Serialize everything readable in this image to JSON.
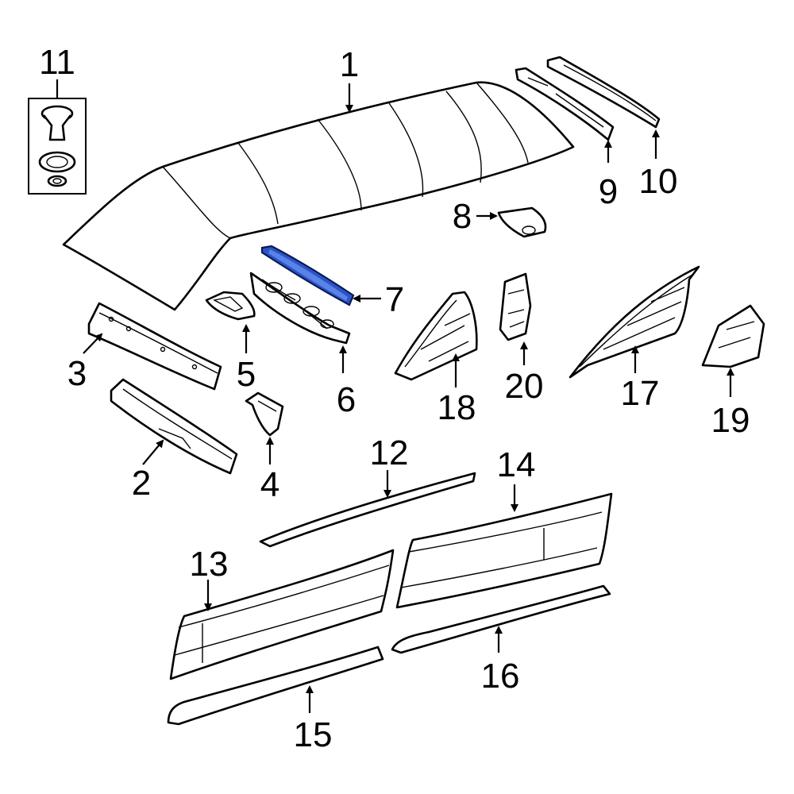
{
  "diagram": {
    "highlight_color": "#2a55c8",
    "callouts": [
      {
        "id": "callout-1",
        "label": "1"
      },
      {
        "id": "callout-2",
        "label": "2"
      },
      {
        "id": "callout-3",
        "label": "3"
      },
      {
        "id": "callout-4",
        "label": "4"
      },
      {
        "id": "callout-5",
        "label": "5"
      },
      {
        "id": "callout-6",
        "label": "6"
      },
      {
        "id": "callout-7",
        "label": "7"
      },
      {
        "id": "callout-8",
        "label": "8"
      },
      {
        "id": "callout-9",
        "label": "9"
      },
      {
        "id": "callout-10",
        "label": "10"
      },
      {
        "id": "callout-11",
        "label": "11"
      },
      {
        "id": "callout-12",
        "label": "12"
      },
      {
        "id": "callout-13",
        "label": "13"
      },
      {
        "id": "callout-14",
        "label": "14"
      },
      {
        "id": "callout-15",
        "label": "15"
      },
      {
        "id": "callout-16",
        "label": "16"
      },
      {
        "id": "callout-17",
        "label": "17"
      },
      {
        "id": "callout-18",
        "label": "18"
      },
      {
        "id": "callout-19",
        "label": "19"
      },
      {
        "id": "callout-20",
        "label": "20"
      }
    ]
  }
}
